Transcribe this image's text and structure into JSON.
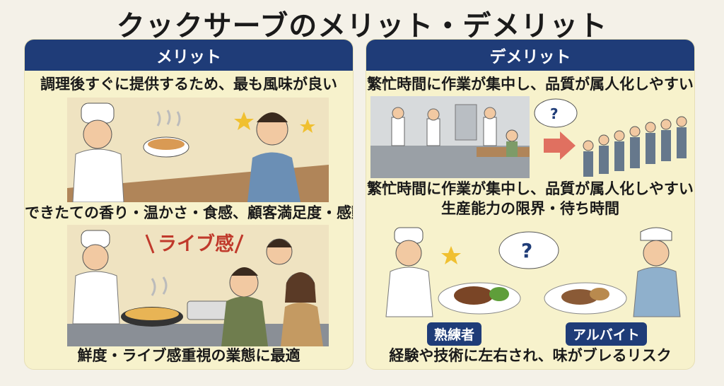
{
  "title": "クックサーブのメリット・デメリット",
  "merit": {
    "header": "メリット",
    "point1": "調理後すぐに提供するため、最も風味が良い",
    "point2": "できたての香り・温かさ・食感、顧客満足度・感動",
    "live_label": "ライブ感",
    "point3": "鮮度・ライブ感重視の業態に最適"
  },
  "demerit": {
    "header": "デメリット",
    "point1": "繁忙時間に作業が集中し、品質が属人化しやすい",
    "point2": "繁忙時間に作業が集中し、品質が属人化しやすい",
    "point3": "生産能力の限界・待ち時間",
    "badge_expert": "熟練者",
    "badge_parttime": "アルバイト",
    "point4": "経験や技術に左右され、味がブレるリスク"
  },
  "colors": {
    "header": "#1f3c78",
    "panel": "#f7f2cc",
    "live": "#c0392b",
    "arrow": "#e07060"
  }
}
